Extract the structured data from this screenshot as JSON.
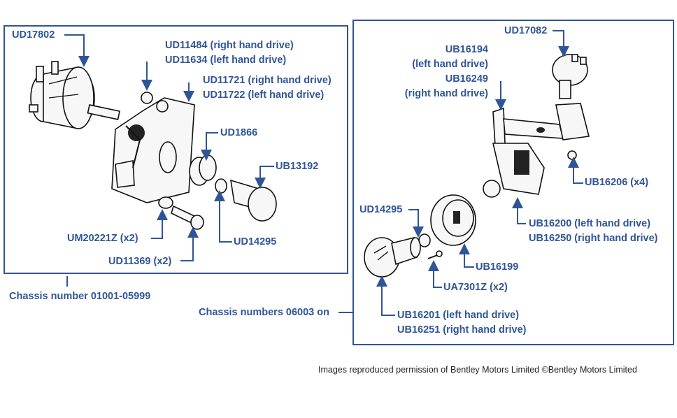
{
  "left_panel": {
    "chassis_caption": "Chassis number 01001-05999",
    "labels": {
      "ud17802": "UD17802",
      "ud11484": "UD11484 (right hand drive)",
      "ud11634": "UD11634 (left hand drive)",
      "ud11721": "UD11721 (right hand drive)",
      "ud11722": "UD11722 (left hand drive)",
      "ud1866": "UD1866",
      "ub13192": "UB13192",
      "um20221z": "UM20221Z (x2)",
      "ud14295": "UD14295",
      "ud11369": "UD11369 (x2)"
    }
  },
  "right_panel": {
    "chassis_caption": "Chassis numbers 06003 on",
    "labels": {
      "ud17082": "UD17082",
      "ub16194": "UB16194",
      "ub16194_note": "(left hand drive)",
      "ub16249": "UB16249",
      "ub16249_note": "(right hand drive)",
      "ub16206": "UB16206 (x4)",
      "ud14295": "UD14295",
      "ub16200": "UB16200 (left hand drive)",
      "ub16250": "UB16250 (right hand drive)",
      "ub16199": "UB16199",
      "ua7301z": "UA7301Z (x2)",
      "ub16201": "UB16201 (left hand drive)",
      "ub16251": "UB16251 (right hand drive)"
    }
  },
  "credit": "Images reproduced permission of Bentley Motors Limited ©Bentley Motors Limited",
  "colors": {
    "accent": "#2f5597",
    "line_art": "#111111"
  }
}
